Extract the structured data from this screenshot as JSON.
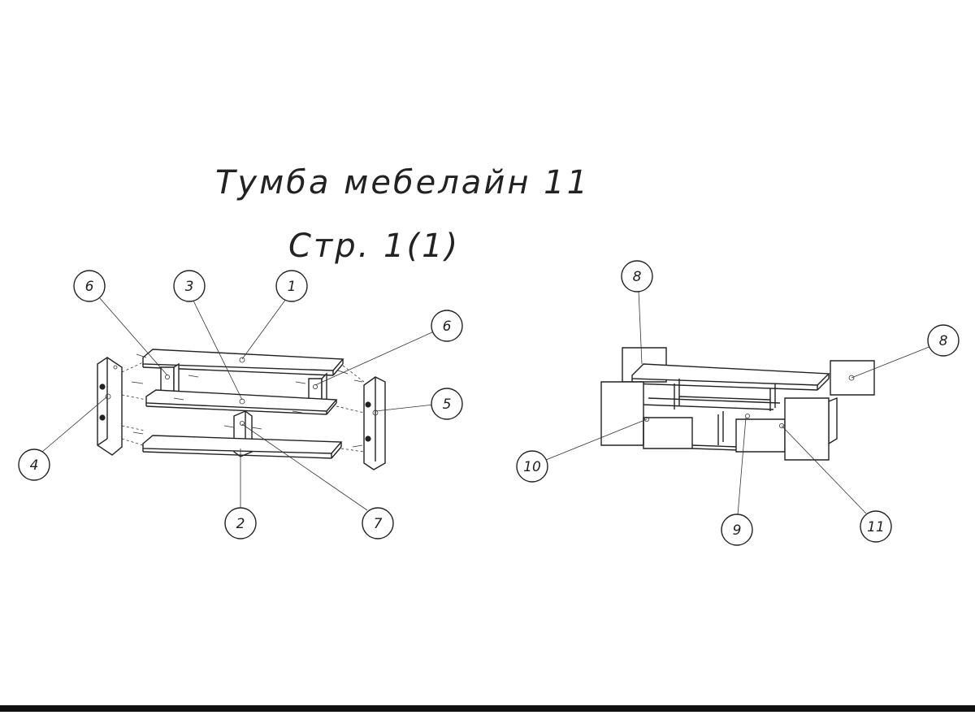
{
  "title": "Тумба мебелайн 11",
  "page_label": "Стр. 1(1)",
  "callouts": {
    "c1": "1",
    "c2": "2",
    "c3": "3",
    "c4": "4",
    "c5": "5",
    "c6a": "6",
    "c6b": "6",
    "c7": "7",
    "c8a": "8",
    "c8b": "8",
    "c9": "9",
    "c10": "10",
    "c11": "11"
  },
  "colors": {
    "line": "#222222",
    "paper": "#ffffff",
    "bottom_bar": "#111111"
  }
}
